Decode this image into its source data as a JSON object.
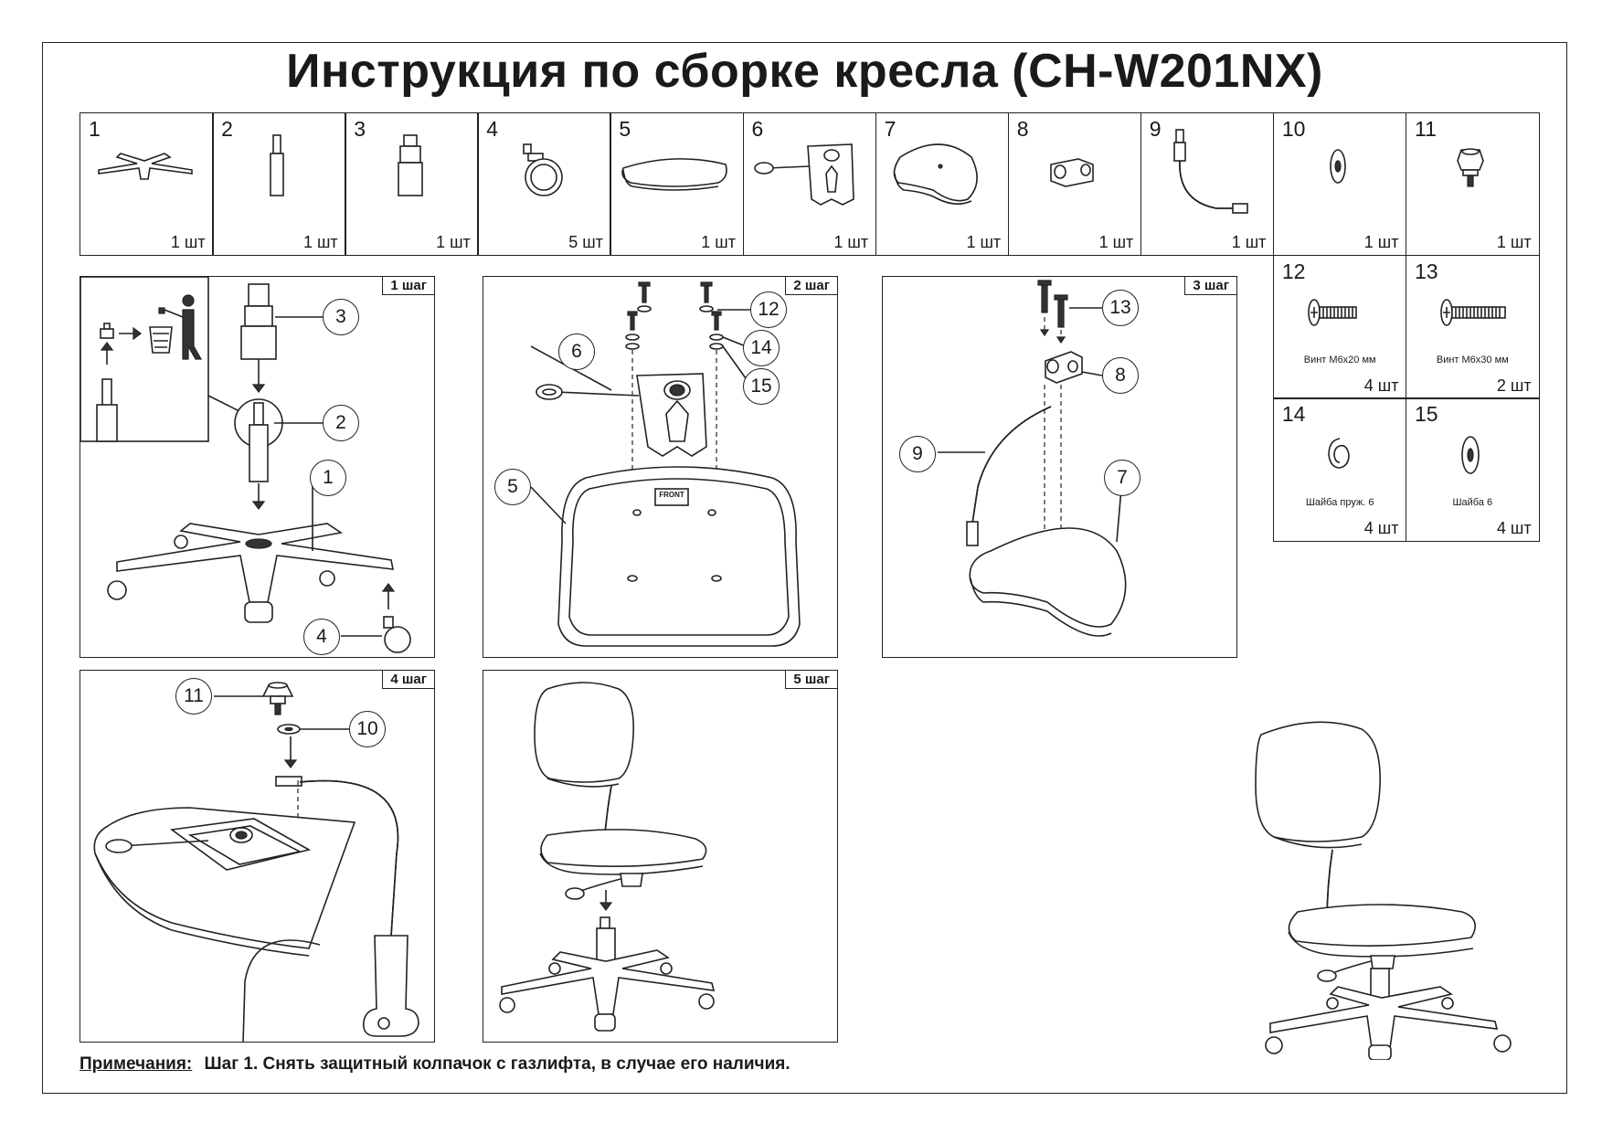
{
  "title": "Инструкция по сборке кресла (CH-W201NX)",
  "parts": [
    {
      "num": "1",
      "qty": "1 шт",
      "icon": "star-base-icon"
    },
    {
      "num": "2",
      "qty": "1 шт",
      "icon": "gas-lift-icon"
    },
    {
      "num": "3",
      "qty": "1 шт",
      "icon": "telescopic-cover-icon"
    },
    {
      "num": "4",
      "qty": "5 шт",
      "icon": "caster-icon"
    },
    {
      "num": "5",
      "qty": "1 шт",
      "icon": "seat-icon"
    },
    {
      "num": "6",
      "qty": "1 шт",
      "icon": "mechanism-icon"
    },
    {
      "num": "7",
      "qty": "1 шт",
      "icon": "backrest-icon"
    },
    {
      "num": "8",
      "qty": "1 шт",
      "icon": "bracket-icon"
    },
    {
      "num": "9",
      "qty": "1 шт",
      "icon": "back-support-tube-icon"
    },
    {
      "num": "10",
      "qty": "1 шт",
      "icon": "washer-icon"
    },
    {
      "num": "11",
      "qty": "1 шт",
      "icon": "knob-icon"
    }
  ],
  "hardware": [
    {
      "num": "12",
      "caption": "Винт М6х20 мм",
      "qty": "4 шт",
      "icon": "screw-short-icon"
    },
    {
      "num": "13",
      "caption": "Винт М6х30 мм",
      "qty": "2 шт",
      "icon": "screw-long-icon"
    },
    {
      "num": "14",
      "caption": "Шайба пруж. 6",
      "qty": "4 шт",
      "icon": "spring-washer-icon"
    },
    {
      "num": "15",
      "caption": "Шайба 6",
      "qty": "4 шт",
      "icon": "flat-washer-icon"
    }
  ],
  "steps": [
    {
      "label": "1 шаг",
      "callouts": [
        "3",
        "2",
        "1",
        "4"
      ]
    },
    {
      "label": "2 шаг",
      "callouts": [
        "12",
        "6",
        "14",
        "15",
        "5"
      ],
      "front_label": "FRONT"
    },
    {
      "label": "3 шаг",
      "callouts": [
        "13",
        "8",
        "9",
        "7"
      ]
    },
    {
      "label": "4 шаг",
      "callouts": [
        "11",
        "10"
      ]
    },
    {
      "label": "5 шаг",
      "callouts": []
    }
  ],
  "note": {
    "label": "Примечания:",
    "text": "Шаг 1. Снять защитный колпачок с газлифта, в случае его наличия."
  }
}
